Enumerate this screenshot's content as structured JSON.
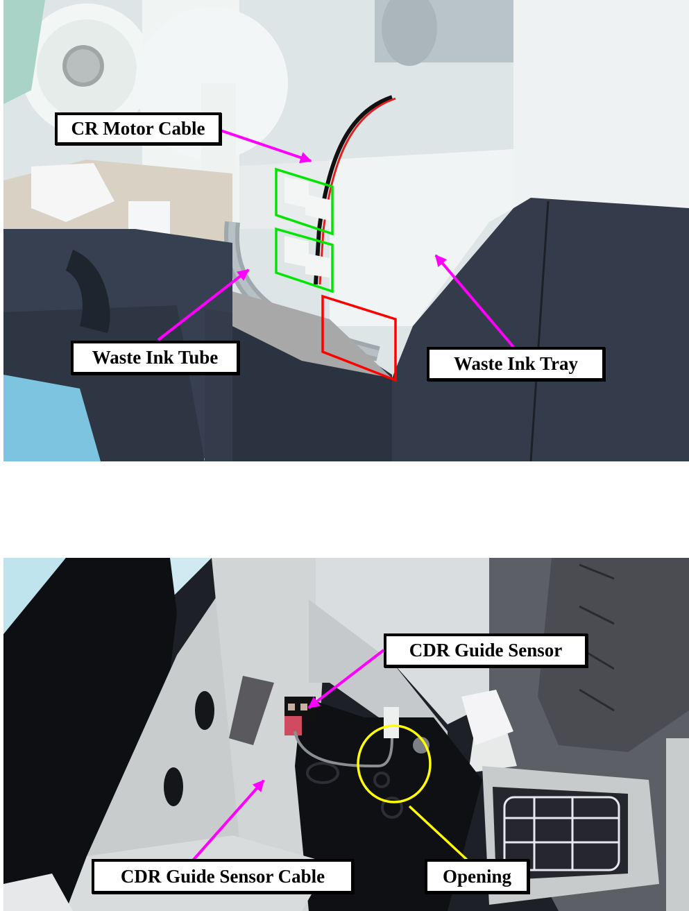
{
  "document": {
    "figures": [
      {
        "id": "top",
        "callouts": [
          {
            "key": "cr_motor_cable",
            "text": "CR Motor Cable",
            "arrow_color": "#ff00ff"
          },
          {
            "key": "waste_ink_tube",
            "text": "Waste Ink Tube",
            "arrow_color": "#ff00ff"
          },
          {
            "key": "waste_ink_tray",
            "text": "Waste Ink Tray",
            "arrow_color": "#ff00ff"
          }
        ],
        "highlights": [
          {
            "shape": "parallelogram",
            "color": "#00e600",
            "count": 2,
            "meaning": "cable hooks"
          },
          {
            "shape": "parallelogram",
            "color": "#ff0000",
            "count": 1,
            "meaning": "tray tab"
          }
        ]
      },
      {
        "id": "bottom",
        "callouts": [
          {
            "key": "cdr_guide_sensor",
            "text": "CDR Guide Sensor",
            "arrow_color": "#ff00ff"
          },
          {
            "key": "cdr_guide_sensor_cable",
            "text": "CDR Guide Sensor Cable",
            "arrow_color": "#ff00ff"
          },
          {
            "key": "opening",
            "text": "Opening",
            "arrow_color": "#ffff00"
          }
        ],
        "highlights": [
          {
            "shape": "ellipse",
            "color": "#ffff00",
            "count": 1,
            "meaning": "opening"
          }
        ]
      }
    ]
  },
  "labels": {
    "cr_motor_cable": "CR Motor Cable",
    "waste_ink_tube": "Waste Ink Tube",
    "waste_ink_tray": "Waste Ink Tray",
    "cdr_guide_sensor": "CDR Guide Sensor",
    "cdr_guide_sensor_cable": "CDR Guide Sensor Cable",
    "opening": "Opening"
  },
  "colors": {
    "callout_arrow": "#ff00ff",
    "hook_highlight": "#00e600",
    "tab_highlight": "#ff0000",
    "opening_highlight": "#ffff00"
  }
}
